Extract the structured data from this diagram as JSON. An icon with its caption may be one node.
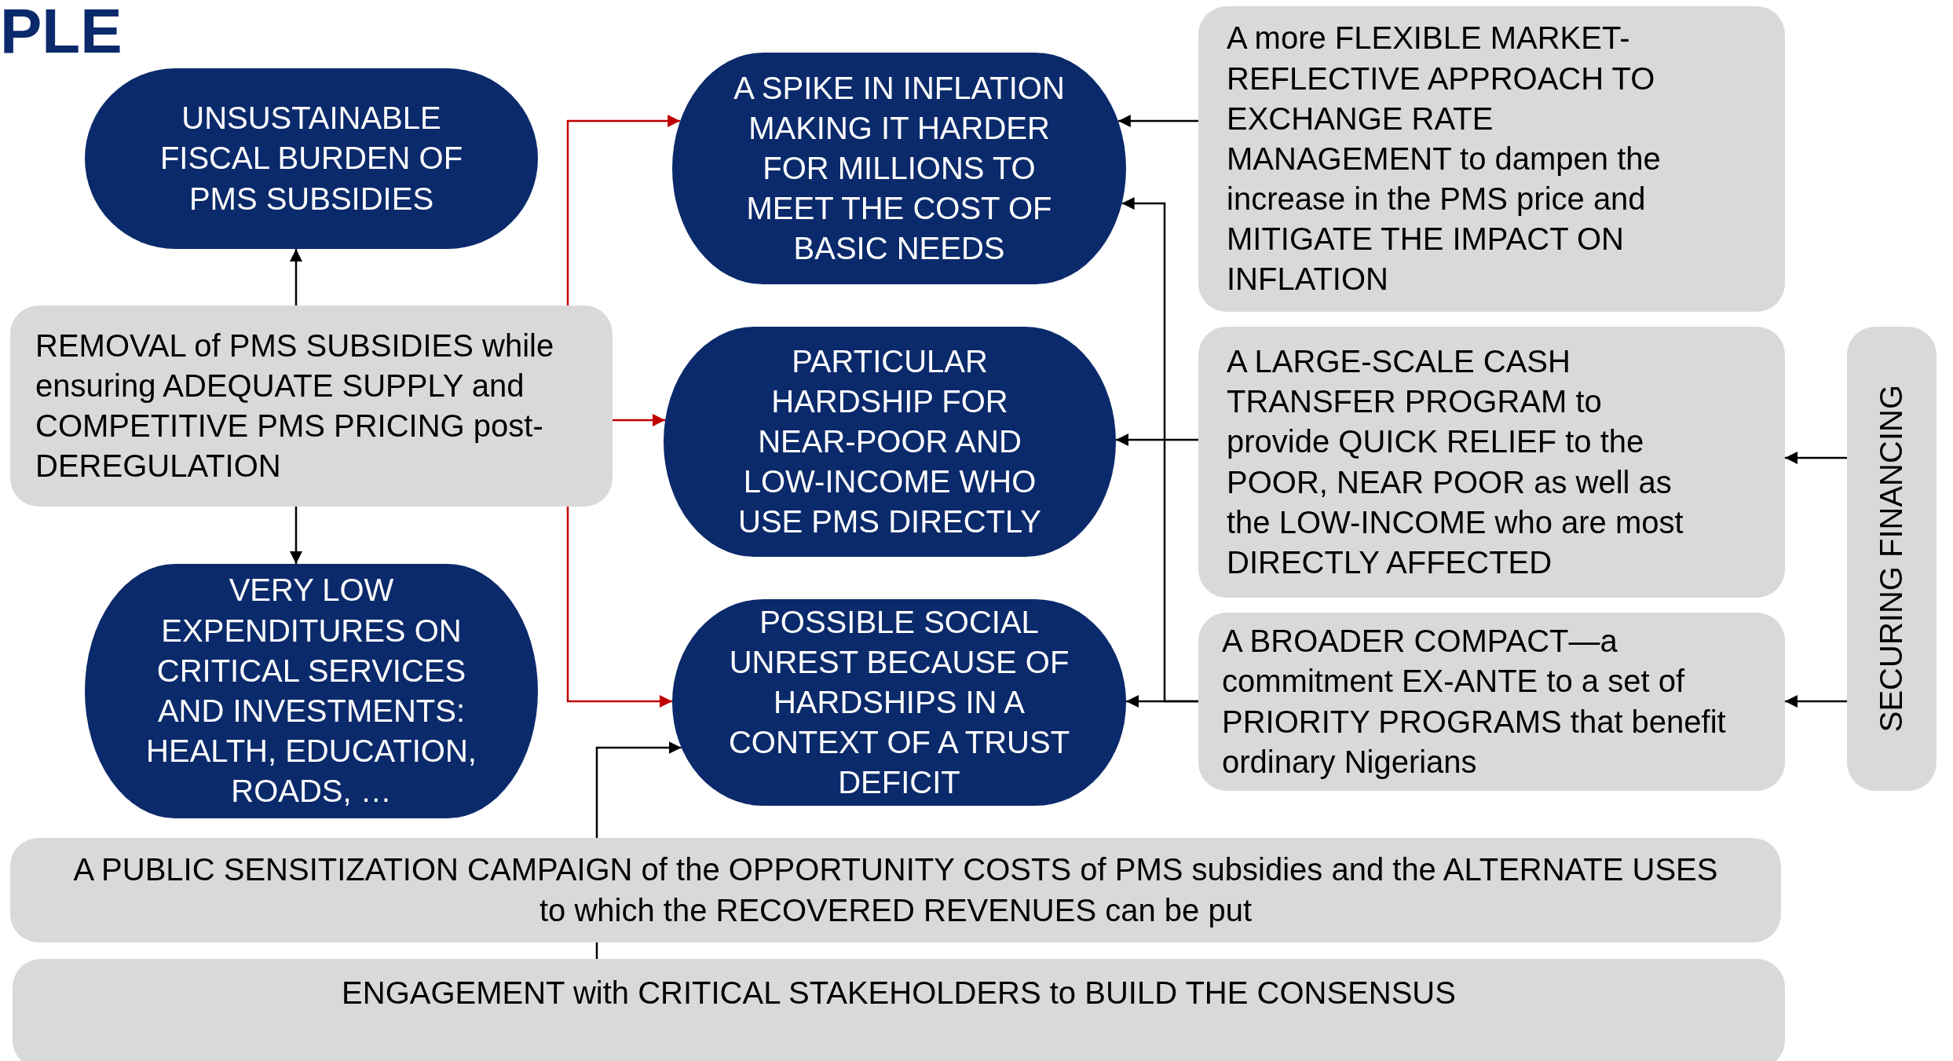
{
  "diagram": {
    "nodes": [
      {
        "text": [
          "UNSUSTAINABLE FISCAL BURDEN OF PMS SUBSIDIES"
        ]
      },
      {
        "text": [
          "REMOVAL of PMS SUBSIDIES while ensuring ADEQUATE SUPPLY and COMPETITIVE PMS PRICING post-DEREGULATION"
        ]
      },
      {
        "text": [
          "VERY LOW EXPENDITURES ON CRITICAL SERVICES AND INVESTMENTS: HEALTH, EDUCATION, ROADS, …"
        ]
      },
      {
        "text": [
          "A SPIKE IN INFLATION MAKING IT HARDER FOR MILLIONS TO MEET THE COST OF BASIC NEEDS"
        ]
      },
      {
        "text": [
          "PARTICULAR HARDSHIP FOR NEAR-POOR AND LOW-INCOME WHO USE PMS DIRECTLY"
        ]
      },
      {
        "text": [
          "POSSIBLE SOCIAL UNREST BECAUSE OF HARDSHIPS IN A CONTEXT OF A TRUST DEFICIT"
        ]
      },
      {
        "text": [
          "A more FLEXIBLE MARKET-REFLECTIVE APPROACH TO EXCHANGE RATE MANAGEMENT to dampen the increase in the PMS price and MITIGATE THE IMPACT ON INFLATION"
        ]
      },
      {
        "text": [
          "A LARGE-SCALE CASH TRANSFER PROGRAM to provide QUICK RELIEF to the POOR, NEAR POOR as well as the LOW-INCOME who are most DIRECTLY AFFECTED"
        ]
      },
      {
        "text": [
          "A BROADER COMPACT—a commitment EX-ANTE to a set of PRIORITY PROGRAMS that benefit ordinary Nigerians"
        ]
      },
      {
        "text": [
          "SECURING FINANCING"
        ]
      },
      {
        "text": [
          "A PUBLIC SENSITIZATION CAMPAIGN of the OPPORTUNITY COSTS of PMS subsidies and the ALTERNATE USES to which the RECOVERED REVENUES can be put"
        ]
      },
      {
        "text": [
          "ENGAGEMENT with CRITICAL STAKEHOLDERS to BUILD THE CONSENSUS"
        ]
      }
    ],
    "edges": [
      {
        "from": 1,
        "to": 0,
        "arrow": "to"
      },
      {
        "from": 1,
        "to": 2,
        "arrow": "to"
      },
      {
        "from": 1,
        "to": 3,
        "arrow": "to",
        "color": "#c00000"
      },
      {
        "from": 1,
        "to": 4,
        "arrow": "to",
        "color": "#c00000"
      },
      {
        "from": 1,
        "to": 5,
        "arrow": "to",
        "color": "#c00000"
      },
      {
        "from": 6,
        "to": 3,
        "arrow": "to"
      },
      {
        "from": 7,
        "to": 4,
        "arrow": "to"
      },
      {
        "from": 8,
        "to": 5,
        "arrow": "to"
      },
      {
        "from": 8,
        "to": 3,
        "arrow": "to"
      },
      {
        "from": 9,
        "to": 7,
        "arrow": "to"
      },
      {
        "from": 9,
        "to": 8,
        "arrow": "to"
      },
      {
        "from": 10,
        "to": 5,
        "arrow": "to"
      },
      {
        "from": 11,
        "to": 10,
        "arrow": "none"
      }
    ],
    "labels": [
      "PLE"
    ]
  }
}
